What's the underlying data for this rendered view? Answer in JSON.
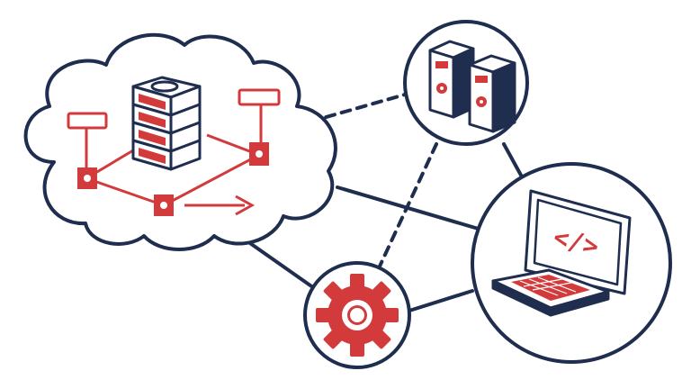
{
  "diagram": {
    "colors": {
      "ink": "#1f2d4f",
      "accent": "#d33a3c",
      "background": "#ffffff",
      "cloud_fill": "#ffffff"
    },
    "nodes": [
      {
        "id": "cloud",
        "icon": "cloud-server-icon"
      },
      {
        "id": "servers",
        "icon": "server-towers-icon"
      },
      {
        "id": "gear",
        "icon": "gear-icon"
      },
      {
        "id": "laptop",
        "icon": "laptop-code-icon"
      }
    ],
    "links": [
      {
        "from": "cloud",
        "to": "servers",
        "style": "dashed"
      },
      {
        "from": "cloud",
        "to": "gear",
        "style": "solid"
      },
      {
        "from": "cloud",
        "to": "laptop",
        "style": "solid"
      },
      {
        "from": "servers",
        "to": "laptop",
        "style": "solid"
      },
      {
        "from": "servers",
        "to": "gear",
        "style": "dashed"
      },
      {
        "from": "gear",
        "to": "laptop",
        "style": "solid"
      }
    ],
    "laptop_screen_text": "</>"
  }
}
